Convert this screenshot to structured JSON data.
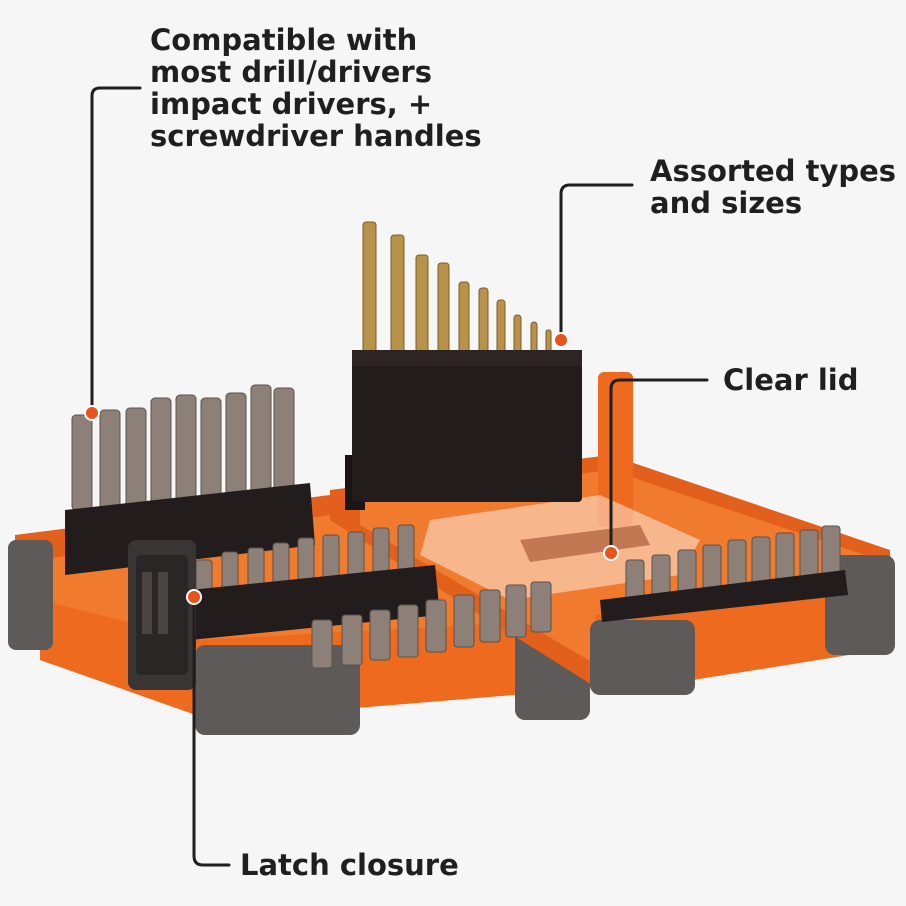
{
  "callouts": {
    "compatible": {
      "lines": [
        "Compatible with",
        "most drill/drivers",
        "impact drivers, +",
        "screwdriver handles"
      ]
    },
    "assorted": {
      "lines": [
        "Assorted types",
        "and sizes"
      ]
    },
    "clear_lid": {
      "lines": [
        "Clear lid"
      ]
    },
    "latch": {
      "lines": [
        "Latch closure"
      ]
    }
  },
  "colors": {
    "background": "#f6f6f6",
    "case_orange": "#ee6a1e",
    "case_grey": "#5d5a59",
    "holder_black": "#231c1c",
    "bit_metal": "#8c8078",
    "drill_gold": "#b8914a",
    "callout_dot": "#e8531a",
    "text": "#1f1f1f"
  },
  "icons": {
    "callout_marker": "orange-dot-in-ring"
  }
}
